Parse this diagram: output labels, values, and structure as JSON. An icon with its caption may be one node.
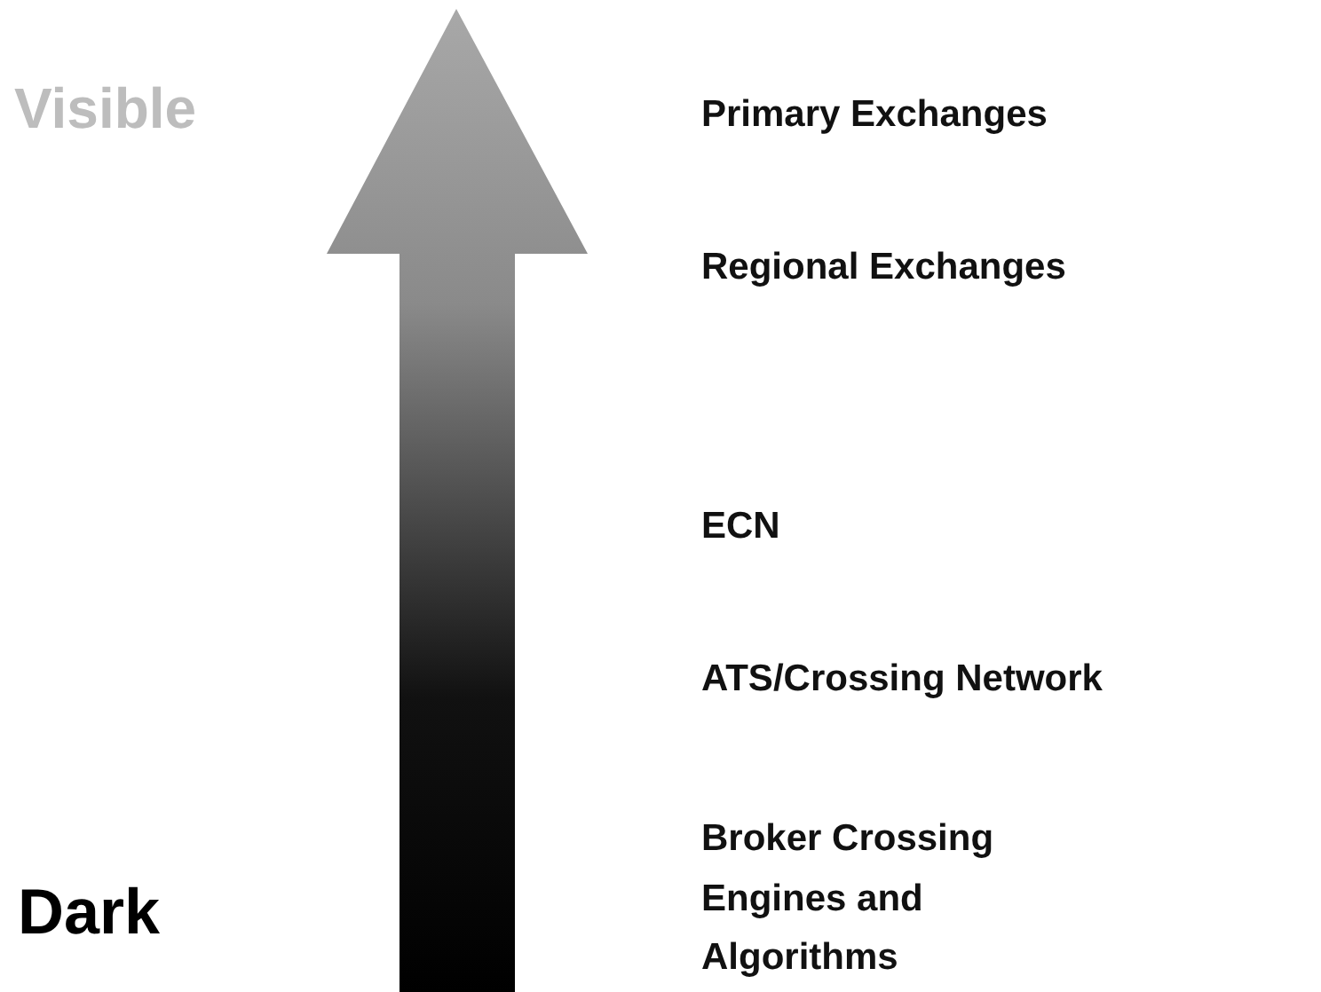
{
  "diagram": {
    "labels": [
      "Visible",
      "Primary Exchanges",
      "Regional Exchanges",
      "ECN",
      "ATS/Crossing Network",
      "Broker Crossing Engines and Algorithms",
      "Dark"
    ]
  }
}
